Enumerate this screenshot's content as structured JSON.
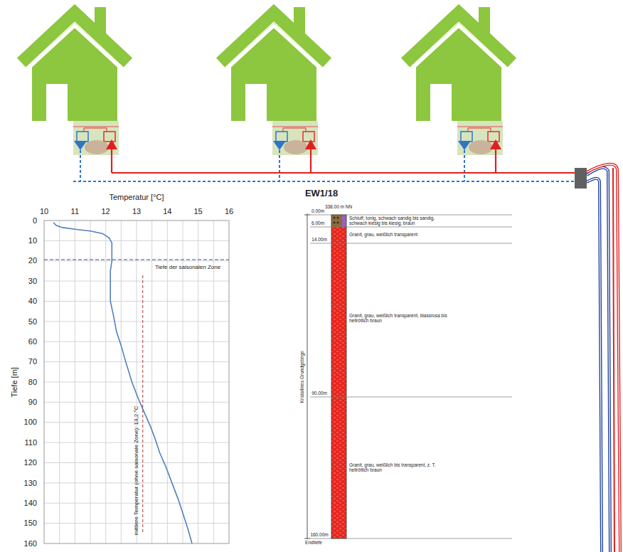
{
  "diagram": {
    "labels": [
      "Temperatur [°C]",
      "10",
      "11",
      "12",
      "13",
      "14",
      "15",
      "16",
      "Tiefe [m]",
      "0",
      "10",
      "20",
      "30",
      "40",
      "50",
      "60",
      "70",
      "80",
      "90",
      "100",
      "110",
      "120",
      "130",
      "140",
      "150",
      "160",
      "Tiefe der saisonalen Zone",
      "mittlere Temperatur (ohne saisonale Zone): 13,2 °C",
      "EW1/18",
      "338.00 m NN",
      "0.00m",
      "Schluff, tonig, schwach sandig bis sandig, schwach kiesig bis kiesig, braun",
      "6.00m",
      "Granit, grau, weißlich transparent",
      "14.00m",
      "Granit, grau, weißlich transparent, blassrosa bis hellrötlich braun",
      "Kristallines Grundgebirge",
      "90.00m",
      "Granit, grau, weißlich bis transparent, z. T. hellrötlich braun",
      "160.00m",
      "Endtiefe"
    ]
  }
}
